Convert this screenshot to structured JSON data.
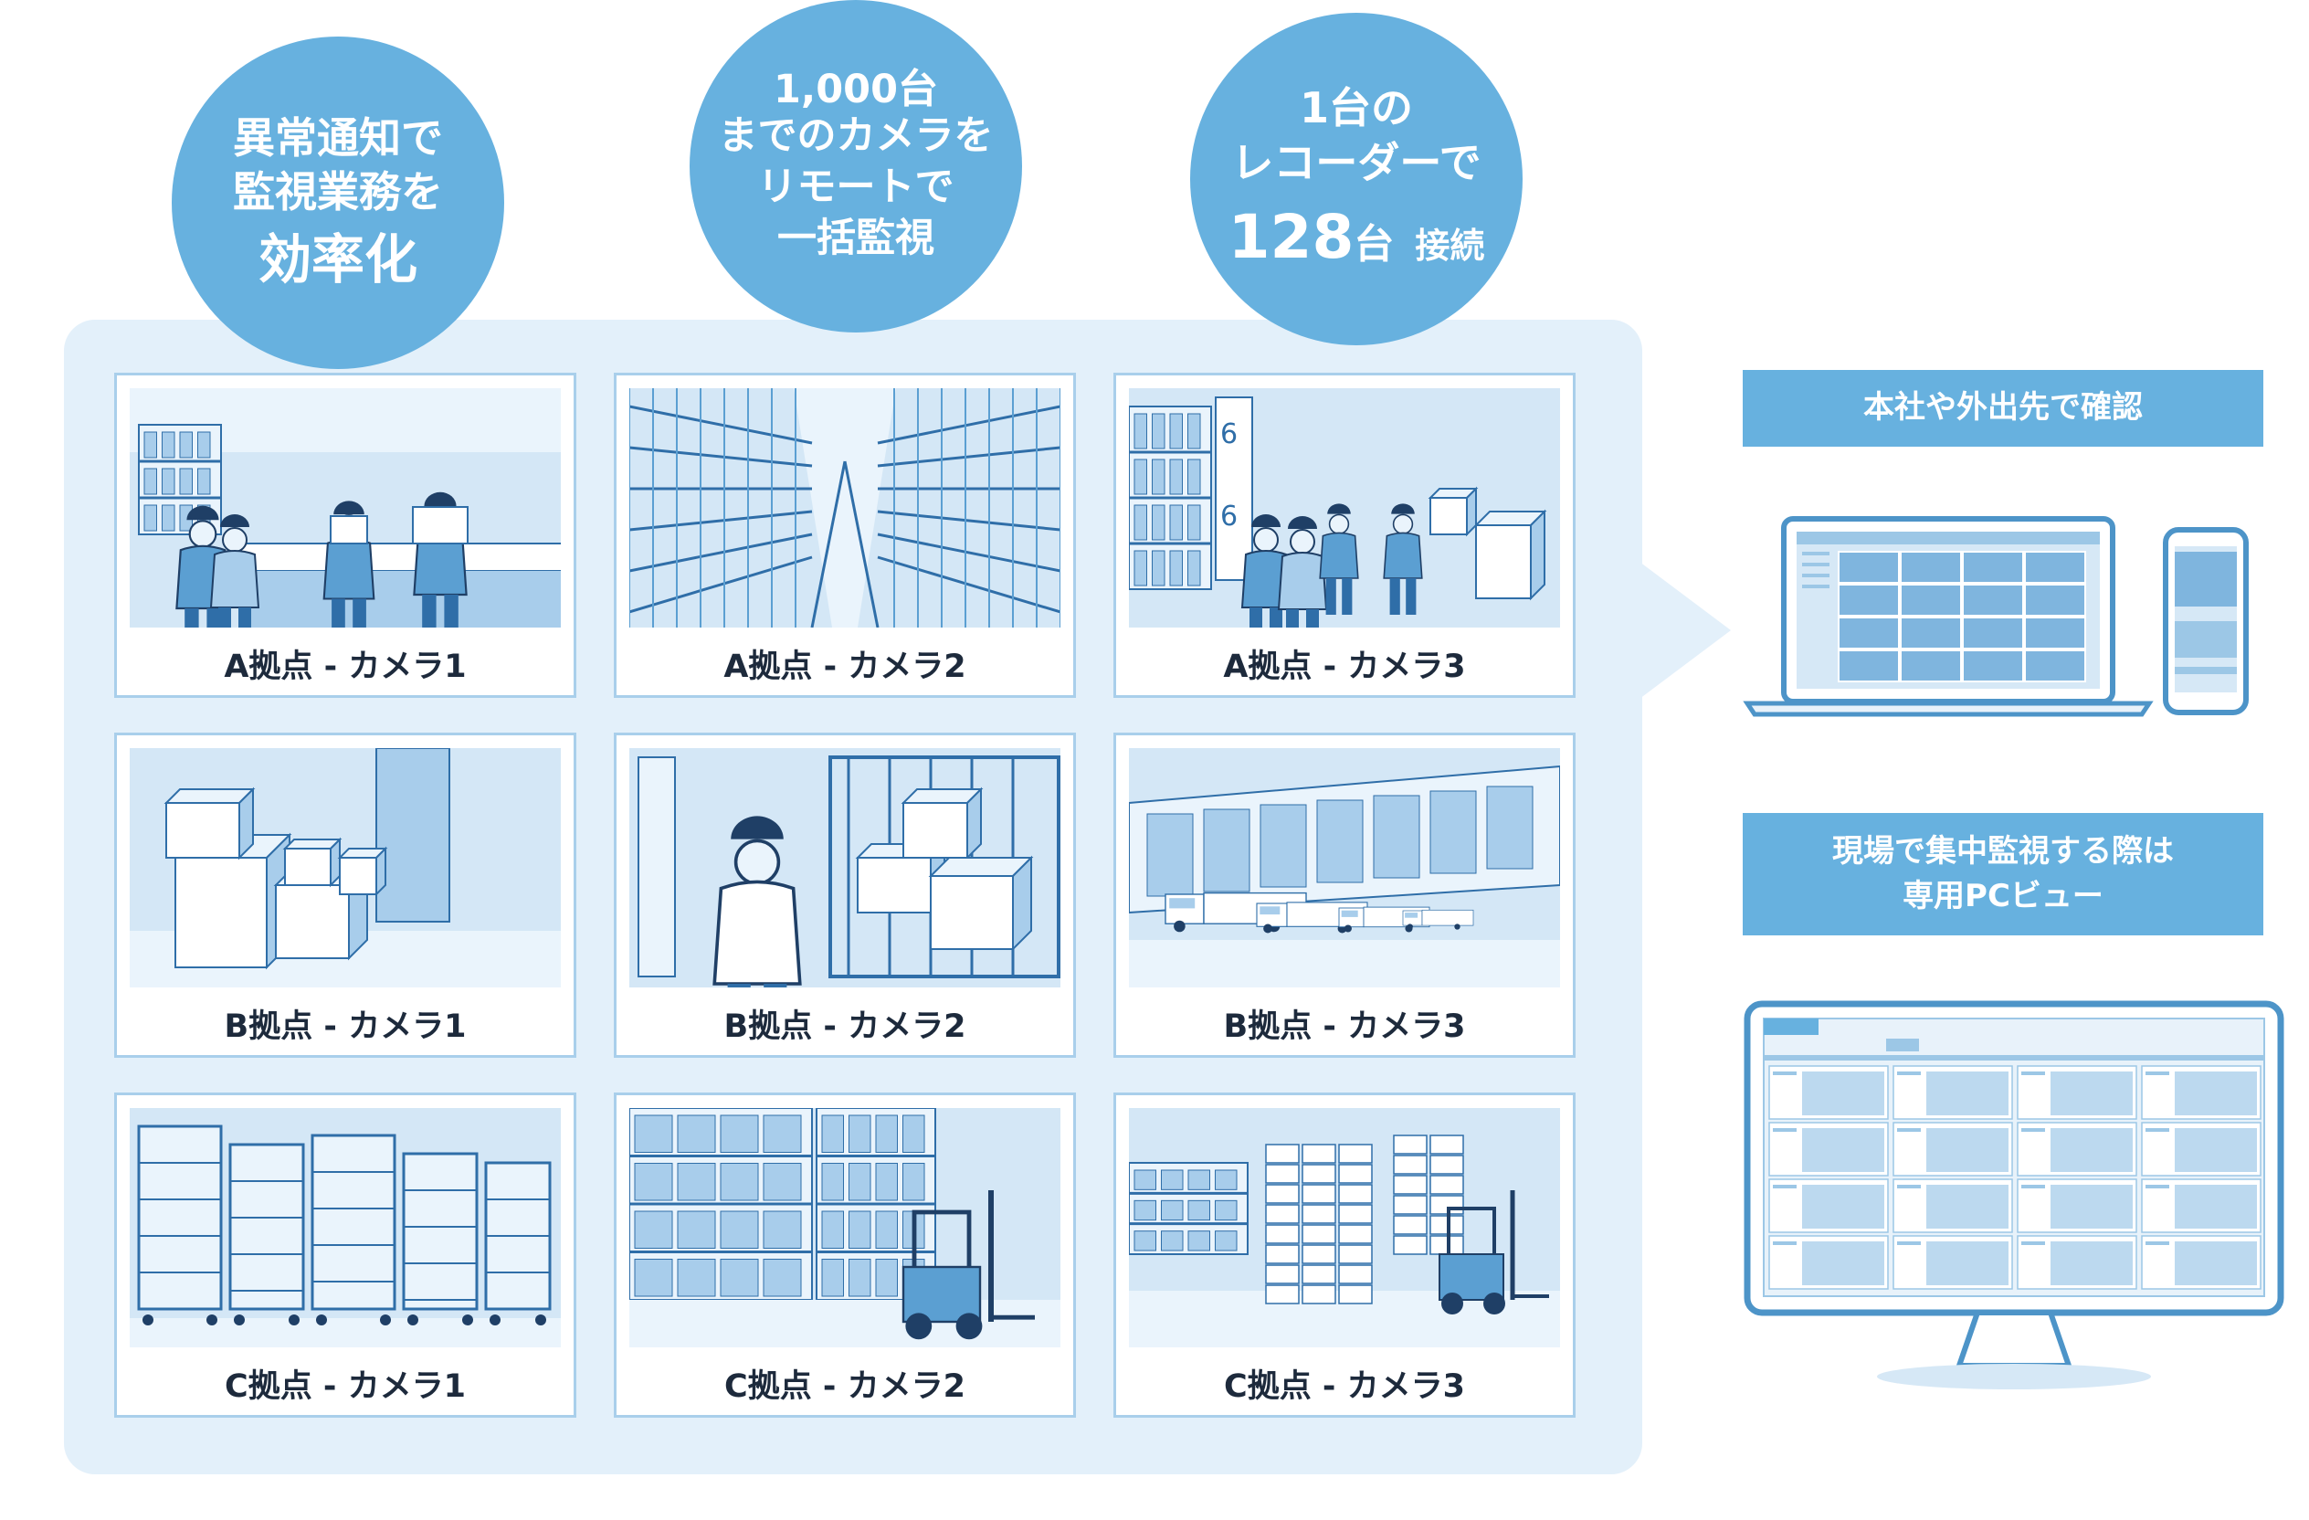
{
  "bubbles": [
    {
      "lines": [
        "異常通知で",
        "監視業務を",
        "効率化"
      ]
    },
    {
      "number": "1,000",
      "unit": "台",
      "lines": [
        "までのカメラを",
        "リモートで",
        "一括監視"
      ]
    },
    {
      "line1": "1台の",
      "line2": "レコーダーで",
      "number": "128",
      "unit": "台",
      "suffix": "接続"
    }
  ],
  "cameras": [
    {
      "label": "A拠点 - カメラ1",
      "icon": "office-workers-scene"
    },
    {
      "label": "A拠点 - カメラ2",
      "icon": "warehouse-aisle-scene"
    },
    {
      "label": "A拠点 - カメラ3",
      "icon": "workers-shelves-scene"
    },
    {
      "label": "B拠点 - カメラ1",
      "icon": "boxes-room-scene"
    },
    {
      "label": "B拠点 - カメラ2",
      "icon": "worker-cart-scene"
    },
    {
      "label": "B拠点 - カメラ3",
      "icon": "loading-dock-trucks-scene"
    },
    {
      "label": "C拠点 - カメラ1",
      "icon": "roll-cages-scene"
    },
    {
      "label": "C拠点 - カメラ2",
      "icon": "forklift-shelves-scene"
    },
    {
      "label": "C拠点 - カメラ3",
      "icon": "pallets-forklift-scene"
    }
  ],
  "right": {
    "remote_header": "本社や外出先で確認",
    "pc_header": [
      "現場で集中監視する際は",
      "専用PCビュー"
    ]
  },
  "colors": {
    "accent": "#67b1df",
    "panel": "#e3f0fa",
    "card_border": "#a9cfeb",
    "text": "#1d2a3c"
  }
}
